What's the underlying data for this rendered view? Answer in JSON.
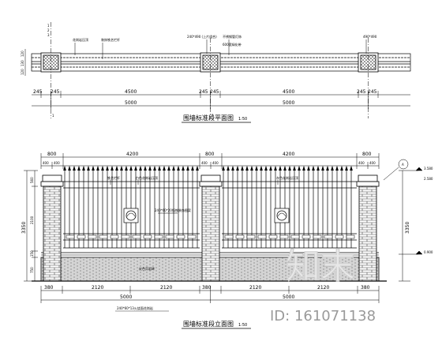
{
  "plan": {
    "title": "围墙标准段平面图",
    "scale": "1:50",
    "top_dims": [
      "240*490 (上片组合)",
      "490*490"
    ],
    "notes": [
      "花岗岩压顶",
      "装饰铁艺栏杆",
      "不锈钢管灯饰",
      "600宽绿化带"
    ],
    "left_dims": [
      "120",
      "130",
      "120"
    ],
    "spans": [
      "245",
      "245",
      "4500",
      "245",
      "245",
      "4500",
      "245",
      "245"
    ],
    "totals": [
      "5000",
      "5000"
    ],
    "axis_top": [
      "1",
      "2",
      "3"
    ],
    "axis_bottom": [
      "1",
      "2"
    ]
  },
  "elevation": {
    "title": "围墙标准段立面图",
    "scale": "1:50",
    "top_row1": [
      "800",
      "4200",
      "800",
      "4200",
      "800"
    ],
    "top_row2": [
      "400",
      "400",
      "400",
      "400",
      "400",
      "400"
    ],
    "left_dims": [
      "560",
      "2100",
      "150",
      "750"
    ],
    "left_total": "3350",
    "right_dims": [
      "3.580",
      "2.580",
      "0.900"
    ],
    "right_total": "3350",
    "elev_marker": "3.580",
    "section_tag": "A",
    "bottom_row1": [
      "380",
      "2120",
      "2120",
      "380",
      "2120",
      "2120",
      "380"
    ],
    "bottom_row2": [
      "5000",
      "5000"
    ],
    "notes": [
      "铁艺栏杆",
      "白色花岗岩压顶",
      "灰色花岗岩压顶",
      "240*60*20铸铁装饰图案",
      "240*60*13火烧面花岗岩",
      "红色页岩砖"
    ]
  },
  "watermark": {
    "logo": "知末",
    "id": "ID: 161071138"
  }
}
